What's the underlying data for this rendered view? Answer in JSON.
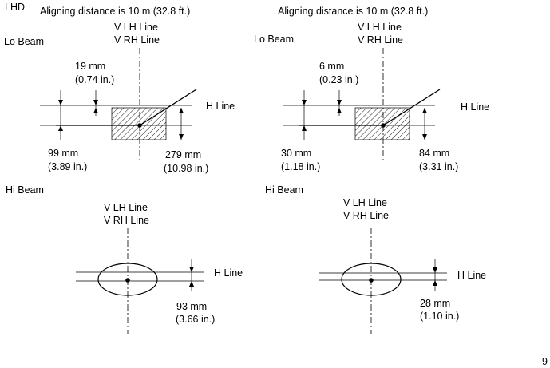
{
  "header": {
    "region": "LHD",
    "left_distance": "Aligning distance is 10 m (32.8 ft.)",
    "right_distance": "Aligning distance is 10 m (32.8 ft.)"
  },
  "labels": {
    "v_lh_line": "V LH Line",
    "v_rh_line": "V RH Line",
    "h_line": "H Line",
    "lo_beam": "Lo Beam",
    "hi_beam": "Hi Beam"
  },
  "left_lo": {
    "upper_mm": "19 mm",
    "upper_in": "(0.74 in.)",
    "lower_left_mm": "99 mm",
    "lower_left_in": "(3.89 in.)",
    "lower_right_mm": "279 mm",
    "lower_right_in": "(10.98 in.)"
  },
  "right_lo": {
    "upper_mm": "6 mm",
    "upper_in": "(0.23 in.)",
    "lower_left_mm": "30 mm",
    "lower_left_in": "(1.18 in.)",
    "lower_right_mm": "84 mm",
    "lower_right_in": "(3.31 in.)"
  },
  "left_hi": {
    "mm": "93 mm",
    "in": "(3.66 in.)"
  },
  "right_hi": {
    "mm": "28 mm",
    "in": "(1.10 in.)"
  },
  "corner_mark": "9"
}
